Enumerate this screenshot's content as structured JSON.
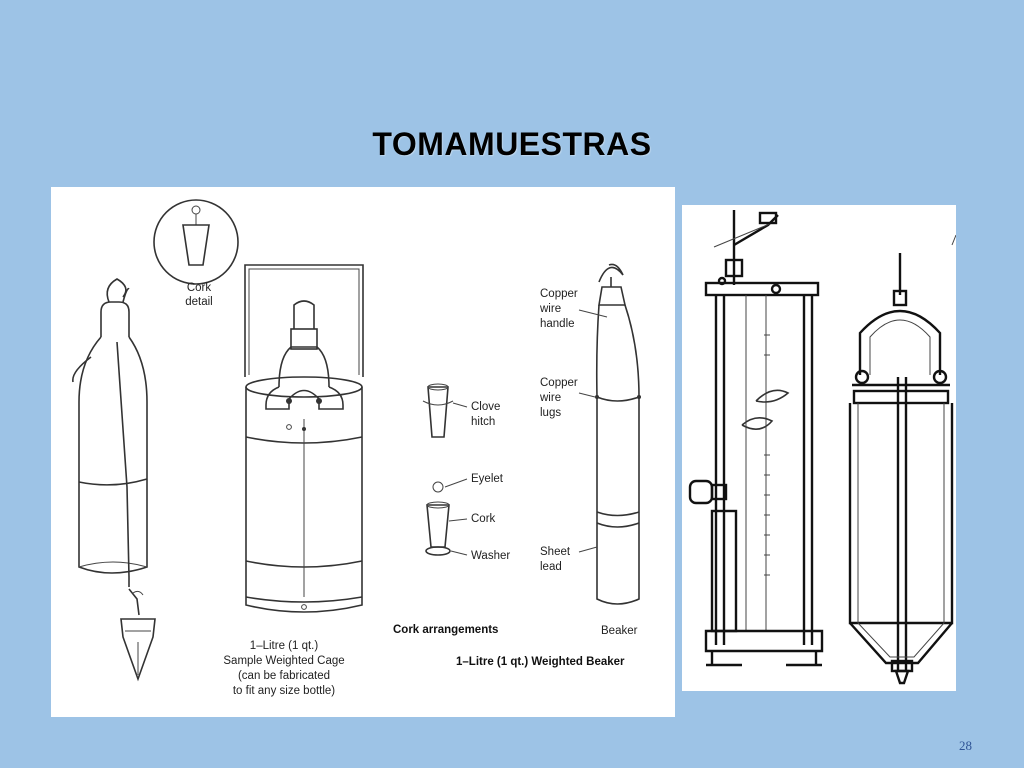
{
  "slide": {
    "title": "TOMAMUESTRAS",
    "page_number": "28"
  },
  "left_figure": {
    "cork_detail_label": [
      "Cork",
      "detail"
    ],
    "cage_caption": [
      "1–Litre (1 qt.)",
      "Sample Weighted Cage",
      "(can be fabricated",
      "to fit any size bottle)"
    ],
    "clove_hitch_label": [
      "Clove",
      "hitch"
    ],
    "eyelet_label": "Eyelet",
    "cork_label": "Cork",
    "washer_label": "Washer",
    "cork_arrangements_label": "Cork arrangements",
    "copper_wire_handle_label": [
      "Copper",
      "wire",
      "handle"
    ],
    "copper_wire_lugs_label": [
      "Copper",
      "wire",
      "lugs"
    ],
    "sheet_lead_label": [
      "Sheet",
      "lead"
    ],
    "beaker_label": "Beaker",
    "beaker_caption": "1–Litre (1 qt.) Weighted Beaker"
  }
}
